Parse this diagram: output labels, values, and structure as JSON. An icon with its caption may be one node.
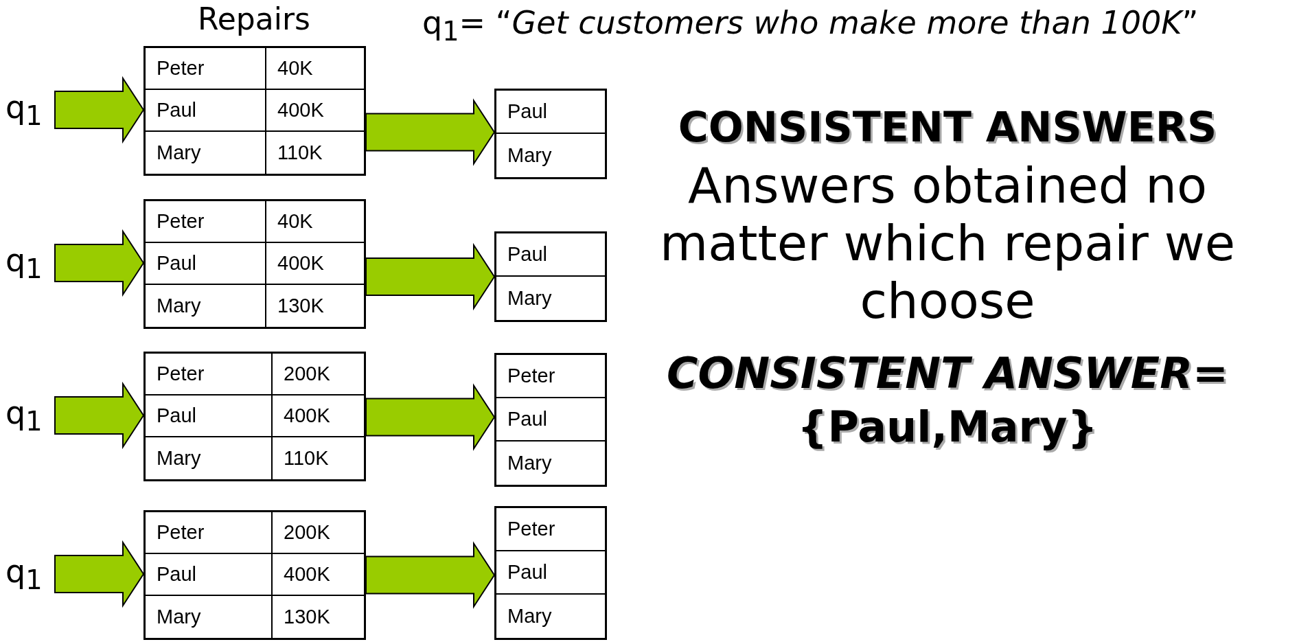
{
  "diagram": {
    "title": "q$_{1}$= “*Get customers who make more than 100K*”",
    "nodes": [
      {
        "text": [
          "q$_{1}$"
        ]
      },
      {
        "text": [
          "Peter",
          "40K",
          "Paul",
          "400K",
          "Mary",
          "110K"
        ]
      },
      {
        "text": [
          "Paul",
          "Mary"
        ]
      },
      {
        "text": [
          "q$_{1}$"
        ]
      },
      {
        "text": [
          "Peter",
          "40K",
          "Paul",
          "400K",
          "Mary",
          "130K"
        ]
      },
      {
        "text": [
          "Paul",
          "Mary"
        ]
      },
      {
        "text": [
          "q$_{1}$"
        ]
      },
      {
        "text": [
          "Peter",
          "200K",
          "Paul",
          "400K",
          "Mary",
          "110K"
        ]
      },
      {
        "text": [
          "Peter",
          "Paul",
          "Mary"
        ]
      },
      {
        "text": [
          "q$_{1}$"
        ]
      },
      {
        "text": [
          "Peter",
          "200K",
          "Paul",
          "400K",
          "Mary",
          "130K"
        ]
      },
      {
        "text": [
          "Peter",
          "Paul",
          "Mary"
        ]
      }
    ],
    "edges": [
      {
        "from": 0,
        "to": 1,
        "arrow": "to"
      },
      {
        "from": 1,
        "to": 2,
        "arrow": "to"
      },
      {
        "from": 3,
        "to": 4,
        "arrow": "to"
      },
      {
        "from": 4,
        "to": 5,
        "arrow": "to"
      },
      {
        "from": 6,
        "to": 7,
        "arrow": "to"
      },
      {
        "from": 7,
        "to": 8,
        "arrow": "to"
      },
      {
        "from": 9,
        "to": 10,
        "arrow": "to"
      },
      {
        "from": 10,
        "to": 11,
        "arrow": "to"
      }
    ],
    "labels": [
      "Repairs",
      "CONSISTENT ANSWERS",
      "Answers obtained no matter which repair we choose",
      "*CONSISTENT ANSWER=* {Paul,Mary}"
    ]
  }
}
